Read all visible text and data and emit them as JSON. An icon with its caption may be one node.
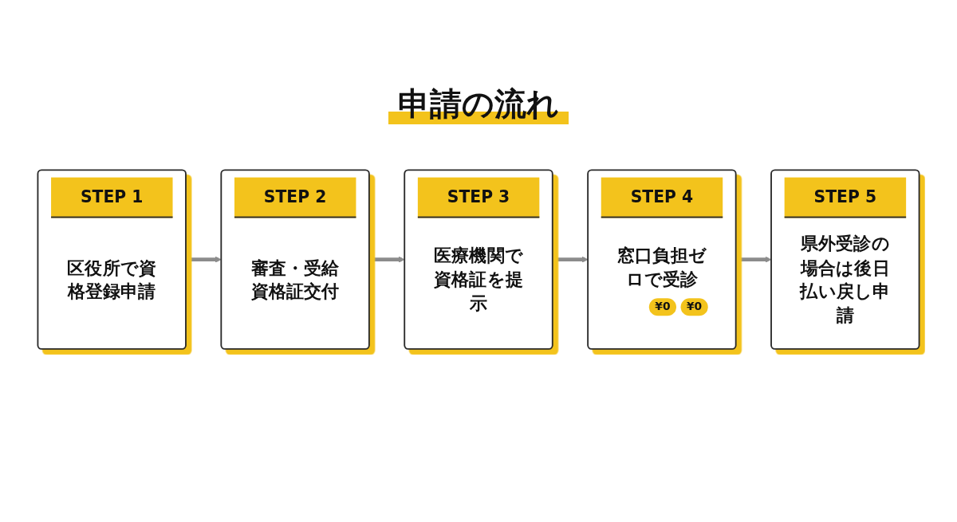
{
  "diagram": {
    "title": "申請の流れ",
    "nodes": [
      {
        "text": [
          "STEP 1",
          "区役所で資格登録申請"
        ]
      },
      {
        "text": [
          "STEP 2",
          "審査・受給資格証交付"
        ]
      },
      {
        "text": [
          "STEP 3",
          "医療機関で資格証を提示"
        ]
      },
      {
        "text": [
          "STEP 4",
          "窓口負担ゼロで受診",
          "¥0",
          "¥0"
        ]
      },
      {
        "text": [
          "STEP 5",
          "県外受診の場合は後日払い戻し申請"
        ]
      }
    ],
    "edges": [
      {
        "from": 0,
        "to": 1,
        "arrow": "to"
      },
      {
        "from": 1,
        "to": 2,
        "arrow": "to"
      },
      {
        "from": 2,
        "to": 3,
        "arrow": "to"
      },
      {
        "from": 3,
        "to": 4,
        "arrow": "to"
      }
    ]
  }
}
